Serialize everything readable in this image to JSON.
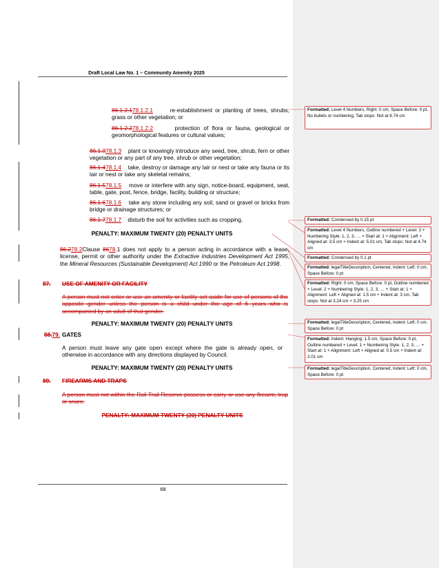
{
  "header": {
    "title": "Draft Local Law No. 1 – Community Amenity 2025"
  },
  "footer": {
    "page_number": "68"
  },
  "clauses": [
    {
      "del": "86.1.2.1",
      "ins": "78.1.2.1",
      "tab": "      ",
      "text": "re-establishment or planting of trees, shrubs, grass or other vegetation; or"
    },
    {
      "del": "86.1.2.2",
      "ins": "78.1.2.2",
      "tab": "      ",
      "text": "protection of flora or fauna, geological or geomorphological features or cultural values;"
    },
    {
      "del": "86.1.3",
      "ins": "78.1.3",
      "tab": "    ",
      "text": "plant or knowingly introduce any seed, tree, shrub, fern or other vegetation or any part of any tree, shrub or other vegetation;"
    },
    {
      "del": "86.1.4",
      "ins": "78.1.4",
      "tab": "    ",
      "text": "take, destroy or damage any lair or nest or take any fauna or its lair or nest or take any skeletal remains;"
    },
    {
      "del": "86.1.5",
      "ins": "78.1.5",
      "tab": "    ",
      "text": "move or interfere with any sign, notice-board, equipment, seat, table, gate, post, fence, bridge, facility, building or structure;"
    },
    {
      "del": "86.1.6",
      "ins": "78.1.6",
      "tab": "    ",
      "text": "take any stone including any soil, sand or gravel or bricks from bridge or drainage structures; or"
    },
    {
      "del": "86.1.7",
      "ins": "78.1.7",
      "tab": "    ",
      "text": "disturb the soil for activities such as cropping."
    }
  ],
  "penalty_1": "PENALTY: MAXIMUM TWENTY (20) PENALTY UNITS",
  "clause2": {
    "del": "86.2",
    "ins": "78.2",
    "text_a": "Clause ",
    "ref_del": "86",
    "ref_ins": "78",
    "text_b": ".1 does not apply to a person acting in accordance with a lease, license, permit or other authority under the ",
    "act1": "Extractive Industries Development Act 1995",
    "text_c": ", the ",
    "act2": "Mineral Resources (Sustainable Development) Act 1990",
    "text_d": " or the ",
    "act3": "Petroleum Act 1998",
    "text_e": "."
  },
  "section87": {
    "number": "87.",
    "heading": "USE OF AMENITY OR FACILITY",
    "body": "A person must not enter or use an amenity or facility set aside for use of persons of the opposite gender unless the person is a child under the age of 6 years who is accompanied by an adult of that gender."
  },
  "penalty_2": "PENALTY: MAXIMUM TWENTY (20) PENALTY UNITS",
  "section88": {
    "number_del": "88.",
    "number_ins": "79.",
    "heading": "GATES",
    "body": "A person must leave any gate open except where the gate is already open, or otherwise in accordance with any directions displayed by Council."
  },
  "penalty_3": "PENALTY: MAXIMUM TWENTY (20) PENALTY UNITS",
  "section89": {
    "number": "89.",
    "heading": "FIREARMS AND TRAPS",
    "body": "A person must not within the Rail Trail Reserve possess or carry or use any firearm, trap or snare."
  },
  "penalty_4": "PENALTY: MAXIMUM TWENTY (20) PENALTY UNITS",
  "comments": [
    {
      "label": "Formatted:",
      "text": "Level 4 Numbers, Right: 0 cm, Space Before: 0 pt, No bullets or numbering, Tab stops: Not at 6.74 cm"
    },
    {
      "label": "Formatted:",
      "text": "Condensed by 0.15 pt"
    },
    {
      "label": "Formatted:",
      "text": "Level 4 Numbers, Outline numbered + Level: 3 + Numbering Style: 1, 2, 3, … + Start at: 1 + Alignment: Left + Aligned at: 3.5 cm + Indent at: 5.01 cm, Tab stops: Not at 4.74 cm"
    },
    {
      "label": "Formatted:",
      "text": "Condensed by 0.1 pt"
    },
    {
      "label": "Formatted:",
      "text": "legalTitleDescription, Centered, Indent: Left: 0 cm, Space Before: 0 pt"
    },
    {
      "label": "Formatted:",
      "text": "Right: 0 cm, Space Before: 0 pt, Outline numbered + Level: 2 + Numbering Style: 1, 2, 3, … + Start at: 1 + Alignment: Left + Aligned at: 1.5 cm + Indent at: 3 cm, Tab stops: Not at 3.24 cm + 3.25 cm"
    },
    {
      "label": "Formatted:",
      "text": "legalTitleDescription, Centered, Indent: Left: 0 cm, Space Before: 0 pt"
    },
    {
      "label": "Formatted:",
      "text": "Indent: Hanging: 1.5 cm, Space Before: 0 pt, Outline numbered + Level: 1 + Numbering Style: 1, 2, 3, … + Start at: 1 + Alignment: Left + Aligned at: 0.5 cm + Indent at: 2.01 cm"
    },
    {
      "label": "Formatted:",
      "text": "legalTitleDescription, Centered, Indent: Left: 0 cm, Space Before: 0 pt"
    }
  ]
}
